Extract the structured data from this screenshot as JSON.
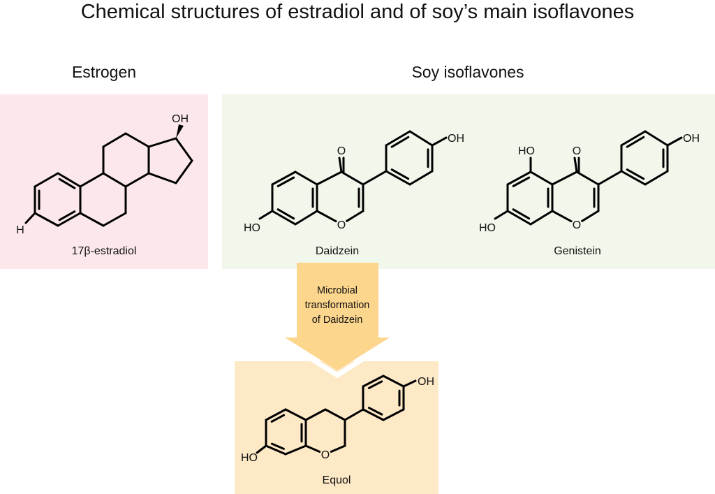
{
  "title": "Chemical structures of estradiol and of soy’s main isoflavones",
  "sections": {
    "estrogen": "Estrogen",
    "soy": "Soy isoflavones"
  },
  "molecules": {
    "estradiol": {
      "name": "17β-estradiol",
      "oh": "OH",
      "h": "H"
    },
    "daidzein": {
      "name": "Daidzein",
      "o_carbonyl": "O",
      "o_ring": "O",
      "oh": "OH",
      "ho": "HO"
    },
    "genistein": {
      "name": "Genistein",
      "o_carbonyl": "O",
      "o_ring": "O",
      "oh": "OH",
      "ho": "HO",
      "ho5": "HO"
    },
    "equol": {
      "name": "Equol",
      "o_ring": "O",
      "oh": "OH",
      "ho": "HO"
    }
  },
  "arrow": {
    "line1": "Microbial",
    "line2": "transformation",
    "line3": "of Daidzein"
  },
  "colors": {
    "estrogen_bg": "#fce8eb",
    "soy_bg": "#f2f7ec",
    "equol_bg": "#fde9c6",
    "arrow": "#fdd68e"
  }
}
